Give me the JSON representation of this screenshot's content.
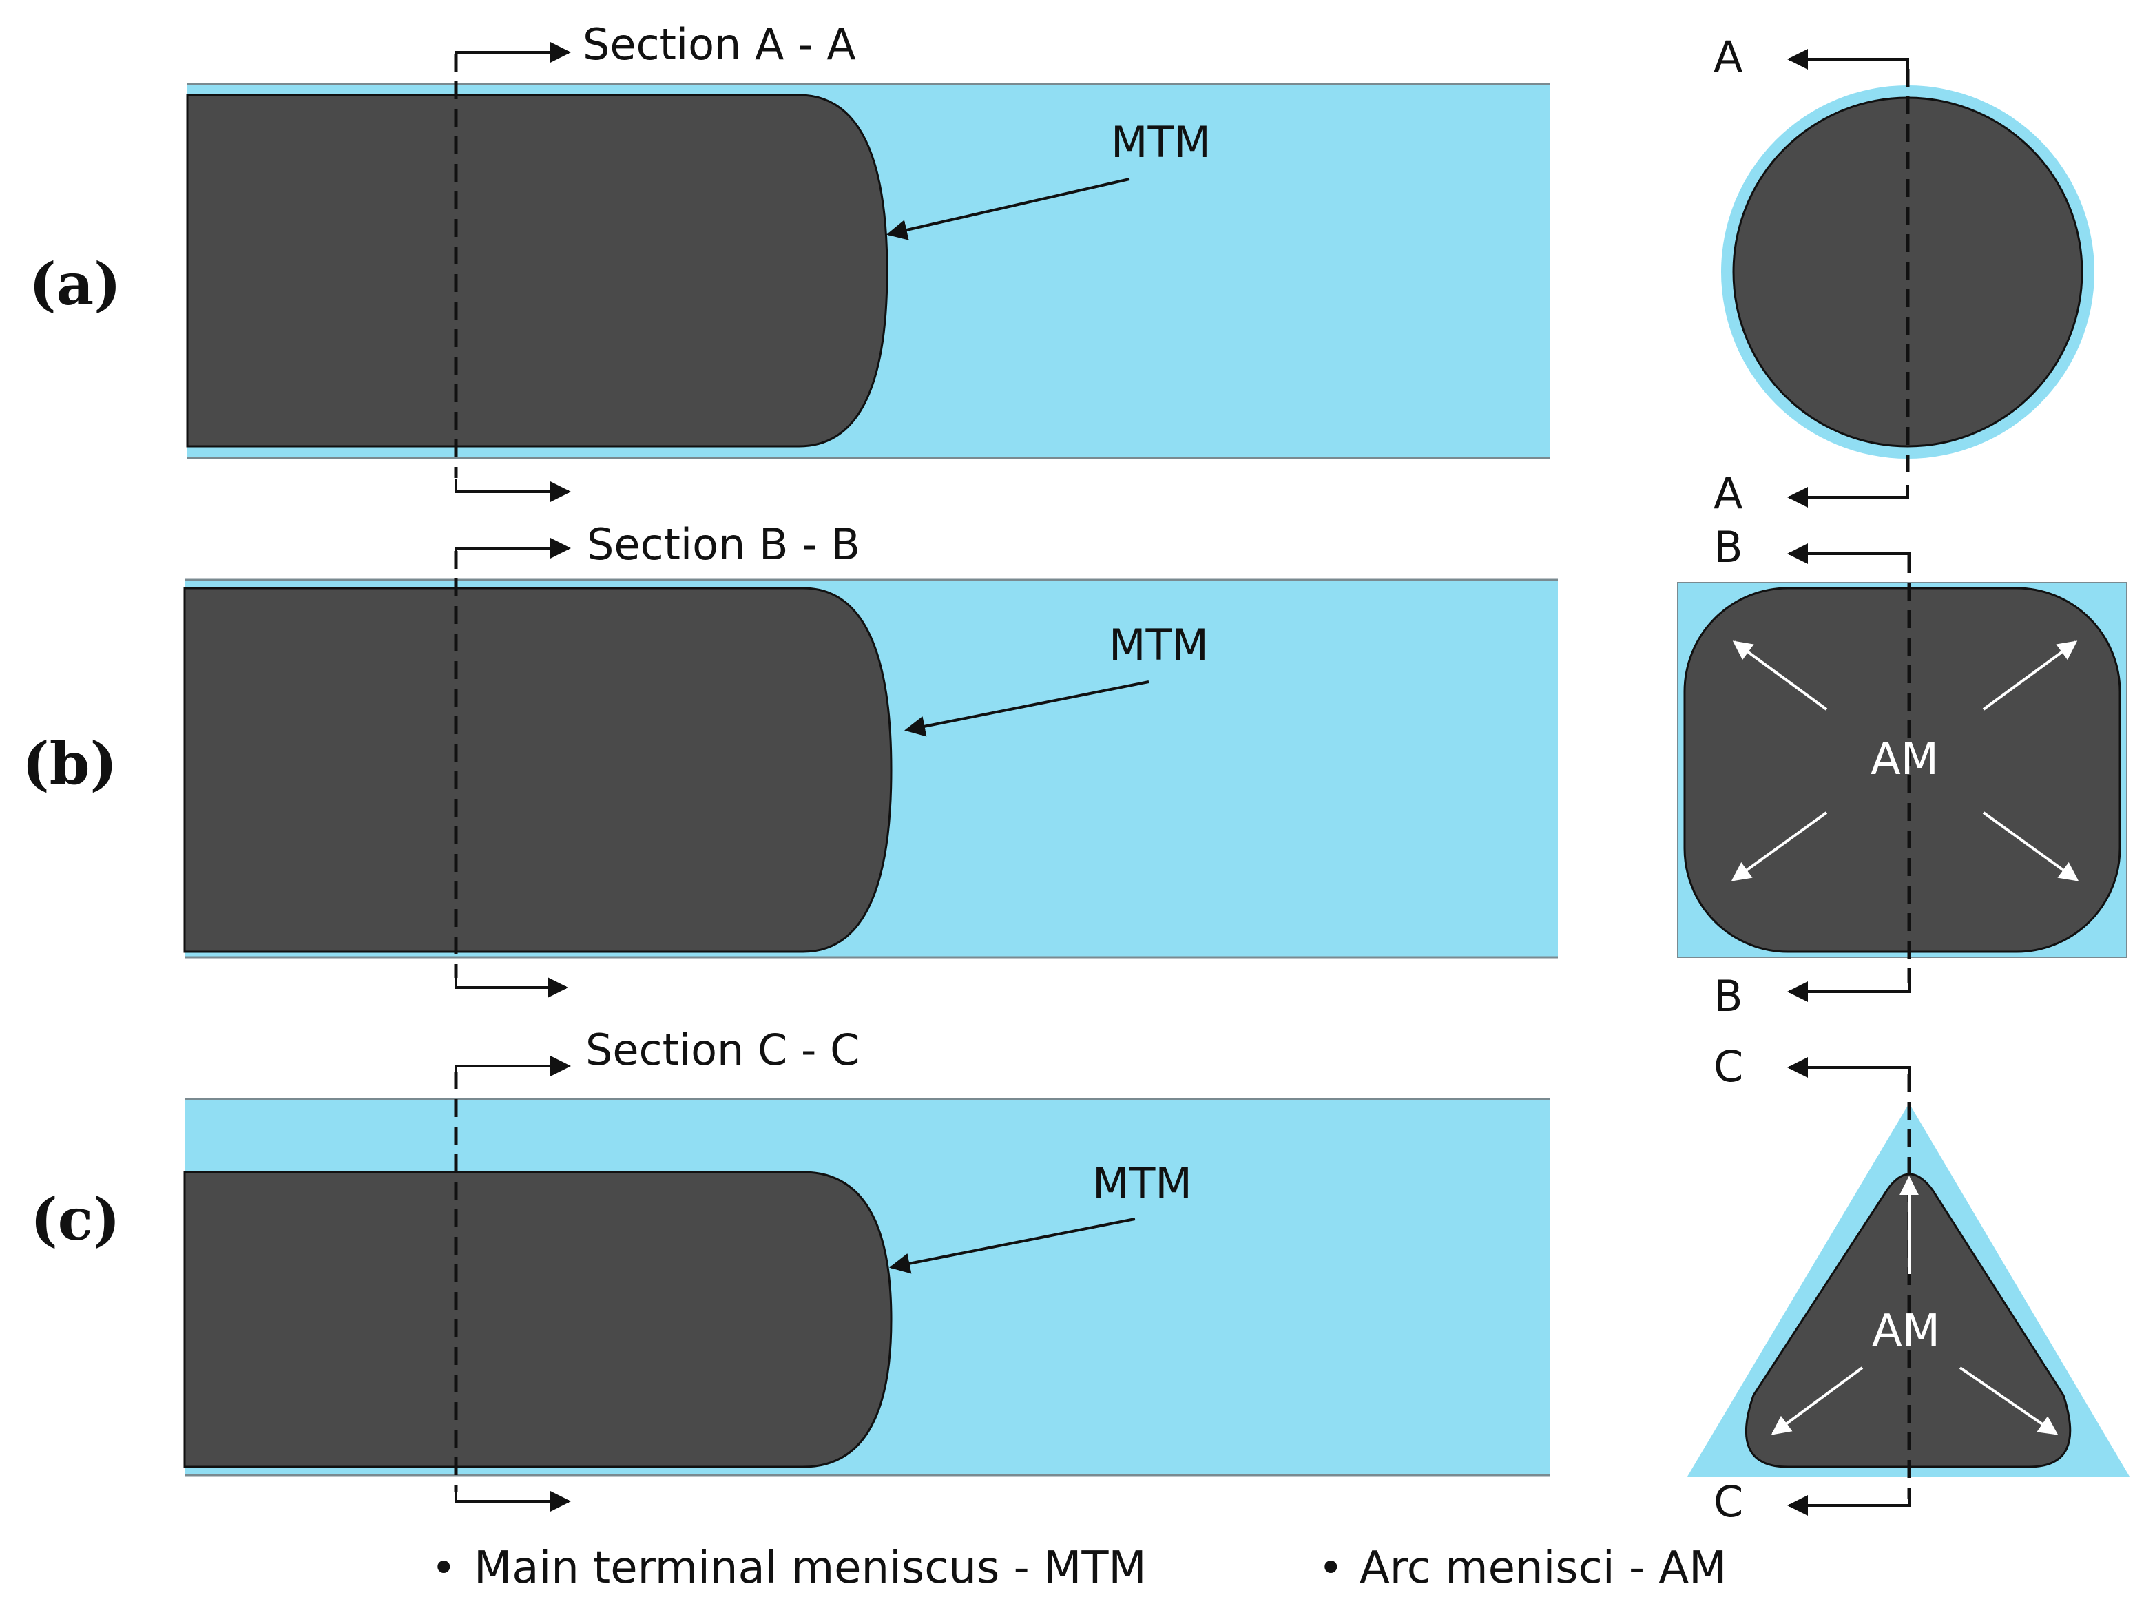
{
  "colors": {
    "liquid": "#91DEF3",
    "solid": "#4A4A4A",
    "line": "#111111",
    "arrow_white": "#FFFFFF"
  },
  "panels": [
    {
      "id": "a",
      "label": "(a)",
      "section_title": "Section A - A",
      "mtm_label": "MTM",
      "cut_letter": "A",
      "cross_section_shape": "circle"
    },
    {
      "id": "b",
      "label": "(b)",
      "section_title": "Section B - B",
      "mtm_label": "MTM",
      "cut_letter": "B",
      "cross_section_shape": "square",
      "am_label": "AM"
    },
    {
      "id": "c",
      "label": "(c)",
      "section_title": "Section C - C",
      "mtm_label": "MTM",
      "cut_letter": "C",
      "cross_section_shape": "triangle",
      "am_label": "AM"
    }
  ],
  "legend": [
    {
      "bullet": "•",
      "text": "Main terminal meniscus - MTM"
    },
    {
      "bullet": "•",
      "text": "Arc menisci - AM"
    }
  ]
}
